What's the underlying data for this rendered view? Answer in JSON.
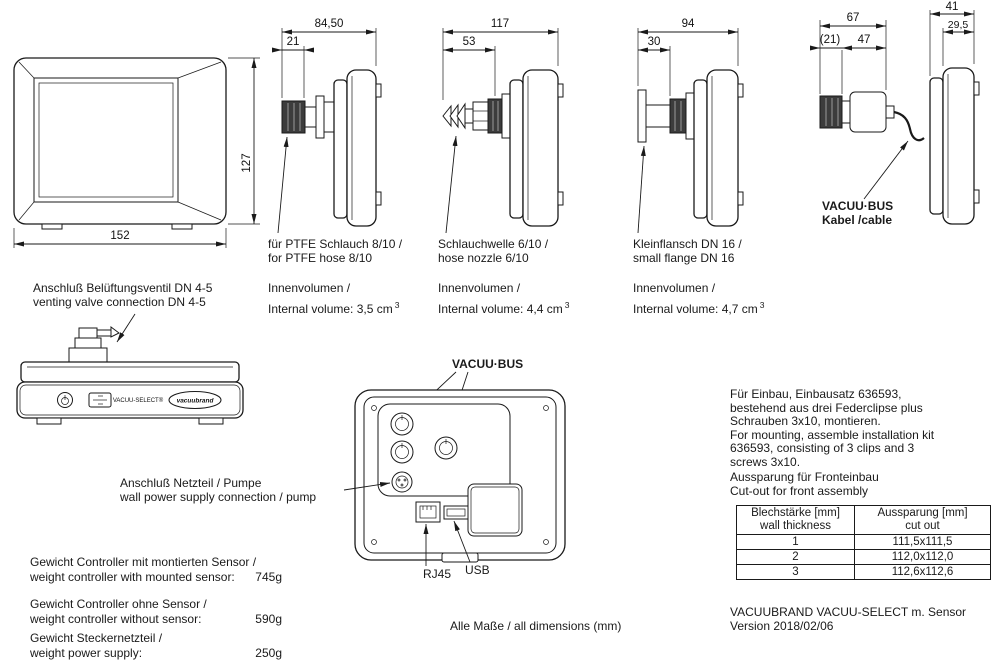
{
  "front_view": {
    "width": "152",
    "height": "127"
  },
  "side_views": [
    {
      "dim_total": "84,50",
      "dim_inner": "21",
      "caption_de": "für PTFE Schlauch 8/10 /",
      "caption_en": "for PTFE hose 8/10",
      "volume_de": "Innenvolumen /",
      "volume_en": "Internal volume: 3,5 cm",
      "volume_exp": "3"
    },
    {
      "dim_total": "117",
      "dim_inner": "53",
      "caption_de": "Schlauchwelle 6/10 /",
      "caption_en": "hose nozzle 6/10",
      "volume_de": "Innenvolumen /",
      "volume_en": "Internal volume: 4,4 cm",
      "volume_exp": "3"
    },
    {
      "dim_total": "94",
      "dim_inner": "30",
      "caption_de": "Kleinflansch DN 16 /",
      "caption_en": "small flange DN 16",
      "volume_de": "Innenvolumen /",
      "volume_en": "Internal volume: 4,7 cm",
      "volume_exp": "3"
    }
  ],
  "cable_view": {
    "dim_depth_total": "41",
    "dim_depth_body": "29,5",
    "dim_plug_total": "67",
    "dim_plug_nut": "(21)",
    "dim_plug_body": "47",
    "label_line1": "VACUU·BUS",
    "label_line2": "Kabel /cable"
  },
  "top_view": {
    "callout_de": "Anschluß Belüftungsventil DN 4-5",
    "callout_en": "venting valve connection DN 4-5",
    "device_label": "VACUU-SELECT®",
    "brand": "vacuubrand"
  },
  "back_view": {
    "bus_label": "VACUU·BUS",
    "power_de": "Anschluß Netzteil / Pumpe",
    "power_en": "wall power supply connection / pump",
    "rj45": "RJ45",
    "usb": "USB"
  },
  "mounting_note": {
    "lines": [
      "Für Einbau, Einbausatz 636593,",
      "bestehend aus drei Federclipse plus",
      "Schrauben 3x10, montieren.",
      "For mounting, assemble installation kit",
      "636593, consisting of 3 clips and 3",
      "screws 3x10."
    ]
  },
  "cutout": {
    "heading_de": "Aussparung für Fronteinbau",
    "heading_en": "Cut-out for front assembly",
    "col1_de": "Blechstärke [mm]",
    "col1_en": "wall thickness",
    "col2_de": "Aussparung [mm]",
    "col2_en": "cut out",
    "rows": [
      {
        "thickness": "1",
        "cutout": "111,5x111,5"
      },
      {
        "thickness": "2",
        "cutout": "112,0x112,0"
      },
      {
        "thickness": "3",
        "cutout": "112,6x112,6"
      }
    ]
  },
  "weights": [
    {
      "de": "Gewicht Controller mit montierten Sensor /",
      "en": "weight controller with mounted sensor:",
      "value": "745g"
    },
    {
      "de": "Gewicht Controller ohne Sensor /",
      "en": "weight controller without sensor:",
      "value": "590g"
    },
    {
      "de": "Gewicht Steckernetzteil /",
      "en": "weight power supply:",
      "value": "250g"
    }
  ],
  "dimensions_note": "Alle Maße / all dimensions (mm)",
  "footer": {
    "line1": "VACUUBRAND VACUU-SELECT m. Sensor",
    "line2": "Version 2018/02/06"
  }
}
